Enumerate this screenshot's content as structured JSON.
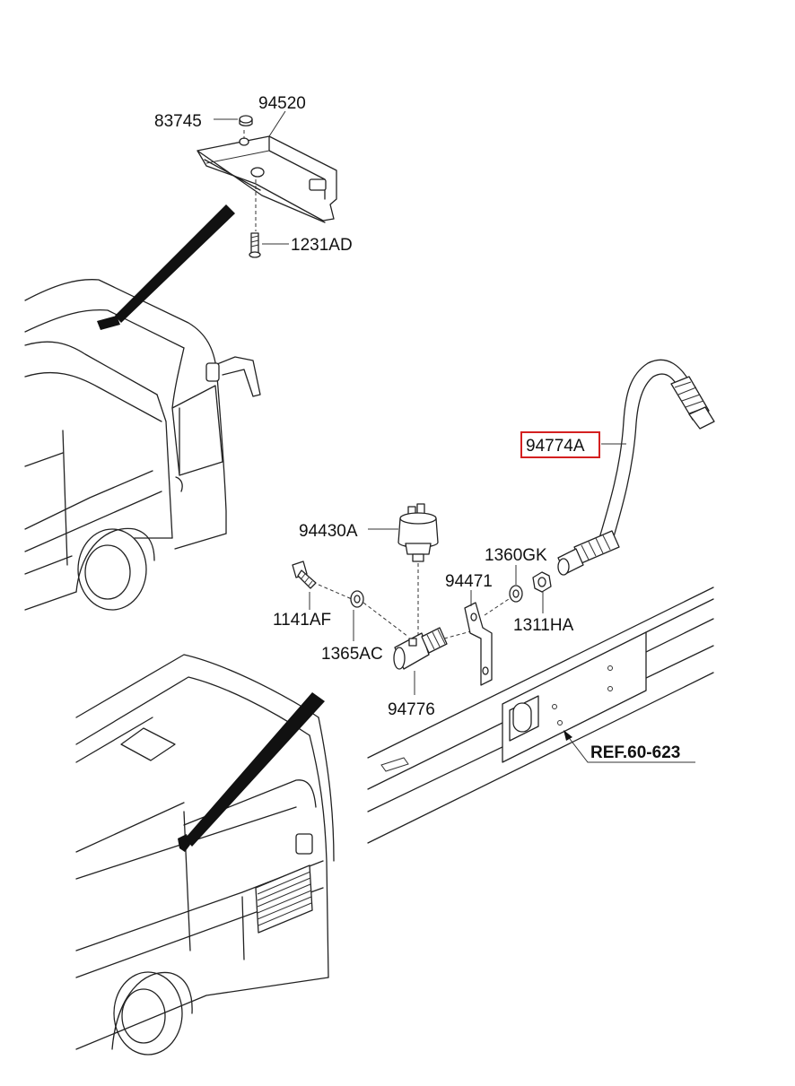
{
  "labels": {
    "p83745": "83745",
    "p94520": "94520",
    "p1231AD": "1231AD",
    "p94774A": "94774A",
    "p94430A": "94430A",
    "p1360GK": "1360GK",
    "p94471": "94471",
    "p1141AF": "1141AF",
    "p1311HA": "1311HA",
    "p1365AC": "1365AC",
    "p94776": "94776",
    "ref": "REF.60-623"
  },
  "highlight": {
    "part": "94774A",
    "color": "#d42020"
  }
}
